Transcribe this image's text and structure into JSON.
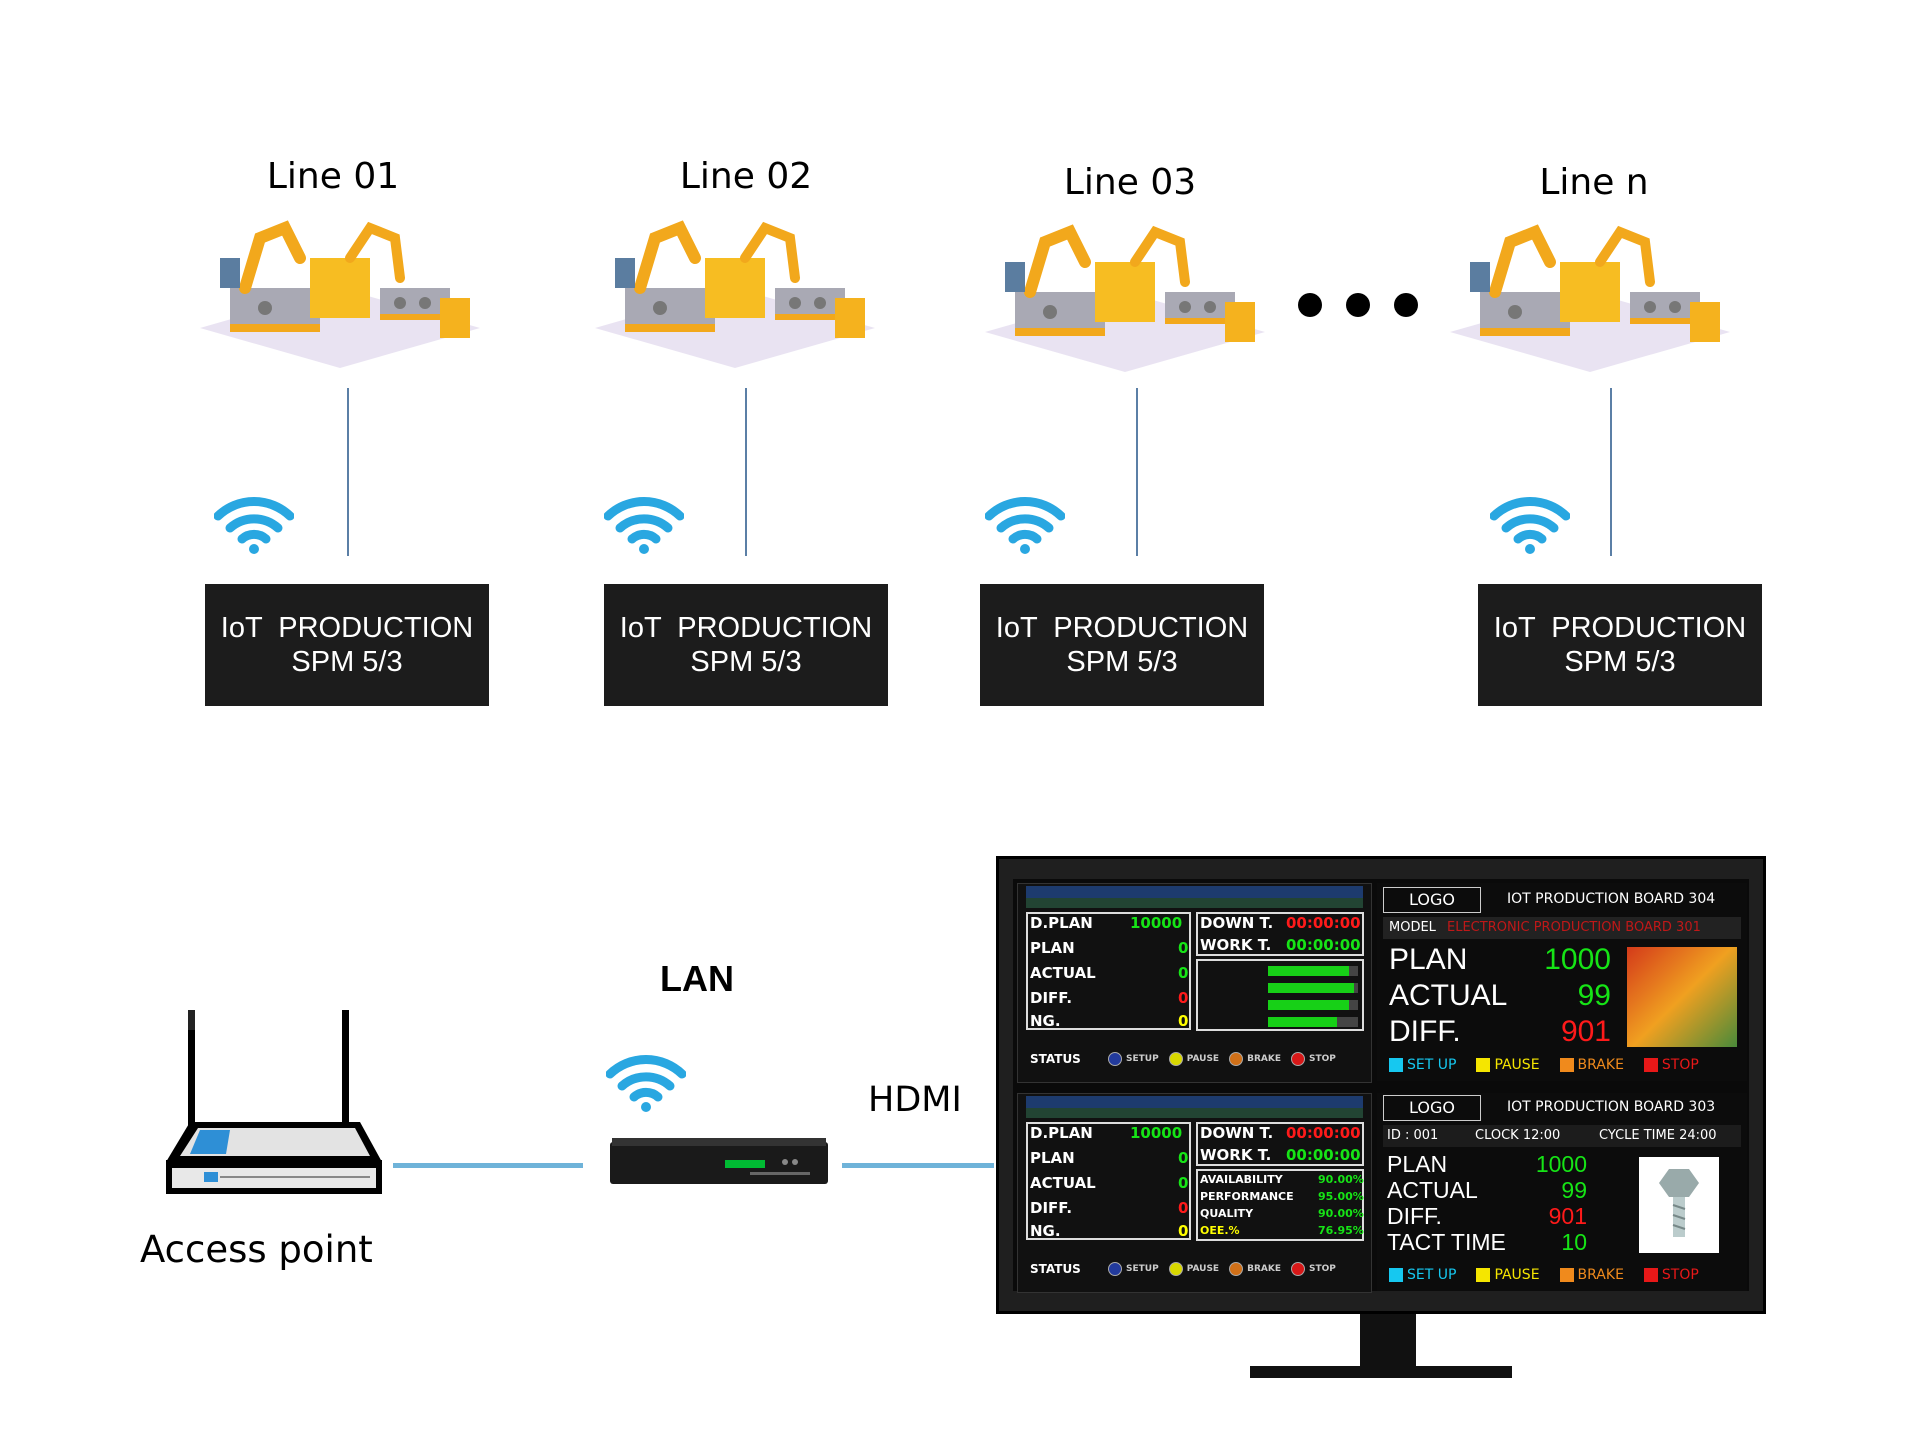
{
  "lines": [
    {
      "title": "Line 01",
      "box_line1": "IoT  PRODUCTION",
      "box_line2": "SPM 5/3"
    },
    {
      "title": "Line 02",
      "box_line1": "IoT  PRODUCTION",
      "box_line2": "SPM 5/3"
    },
    {
      "title": "Line 03",
      "box_line1": "IoT  PRODUCTION",
      "box_line2": "SPM 5/3"
    },
    {
      "title": "Line n",
      "box_line1": "IoT  PRODUCTION",
      "box_line2": "SPM 5/3"
    }
  ],
  "access_point_label": "Access point",
  "lan_label": "LAN",
  "hdmi_label": "HDMI",
  "board_a": {
    "dplan_label": "D.PLAN",
    "dplan_value": "10000",
    "plan_label": "PLAN",
    "plan_value": "0",
    "actual_label": "ACTUAL",
    "actual_value": "0",
    "diff_label": "DIFF.",
    "diff_value": "0",
    "ng_label": "NG.",
    "ng_value": "0",
    "down_label": "DOWN T.",
    "down_value": "00:00:00",
    "work_label": "WORK T.",
    "work_value": "00:00:00",
    "availability_label": "AVAILABILITY",
    "availability_value": "90.00%",
    "performance_label": "PERFORMANCE",
    "performance_value": "95.00%",
    "quality_label": "QUALITY",
    "quality_value": "90.00%",
    "oee_label": "OEE.%",
    "oee_value": "76.95%",
    "status_label": "STATUS",
    "status_items": [
      "SETUP",
      "PAUSE",
      "BRAKE",
      "STOP"
    ]
  },
  "board_b": {
    "logo": "LOGO",
    "title": "IOT PRODUCTION BOARD 304",
    "model_label": "MODEL",
    "model_value": "ELECTRONIC PRODUCTION BOARD 301",
    "plan_label": "PLAN",
    "plan_value": "1000",
    "actual_label": "ACTUAL",
    "actual_value": "99",
    "diff_label": "DIFF.",
    "diff_value": "901",
    "legend": [
      "SET UP",
      "PAUSE",
      "BRAKE",
      "STOP"
    ]
  },
  "board_c": {
    "logo": "LOGO",
    "title": "IOT PRODUCTION BOARD 303",
    "id_text": "ID : 001",
    "clock_text": "CLOCK 12:00",
    "cycle_text": "CYCLE TIME 24:00",
    "plan_label": "PLAN",
    "plan_value": "1000",
    "actual_label": "ACTUAL",
    "actual_value": "99",
    "diff_label": "DIFF.",
    "diff_value": "901",
    "tact_label": "TACT TIME",
    "tact_value": "10",
    "legend": [
      "SET UP",
      "PAUSE",
      "BRAKE",
      "STOP"
    ]
  },
  "colors": {
    "wifi": "#29a7e1",
    "connector": "#6fb3d9",
    "box_bg": "#1c1c1c",
    "green": "#16e416",
    "red": "#ff1a1a",
    "setup": "#16c8f0",
    "pause": "#f5e600",
    "brake": "#f08a1c",
    "stop": "#e81818"
  }
}
